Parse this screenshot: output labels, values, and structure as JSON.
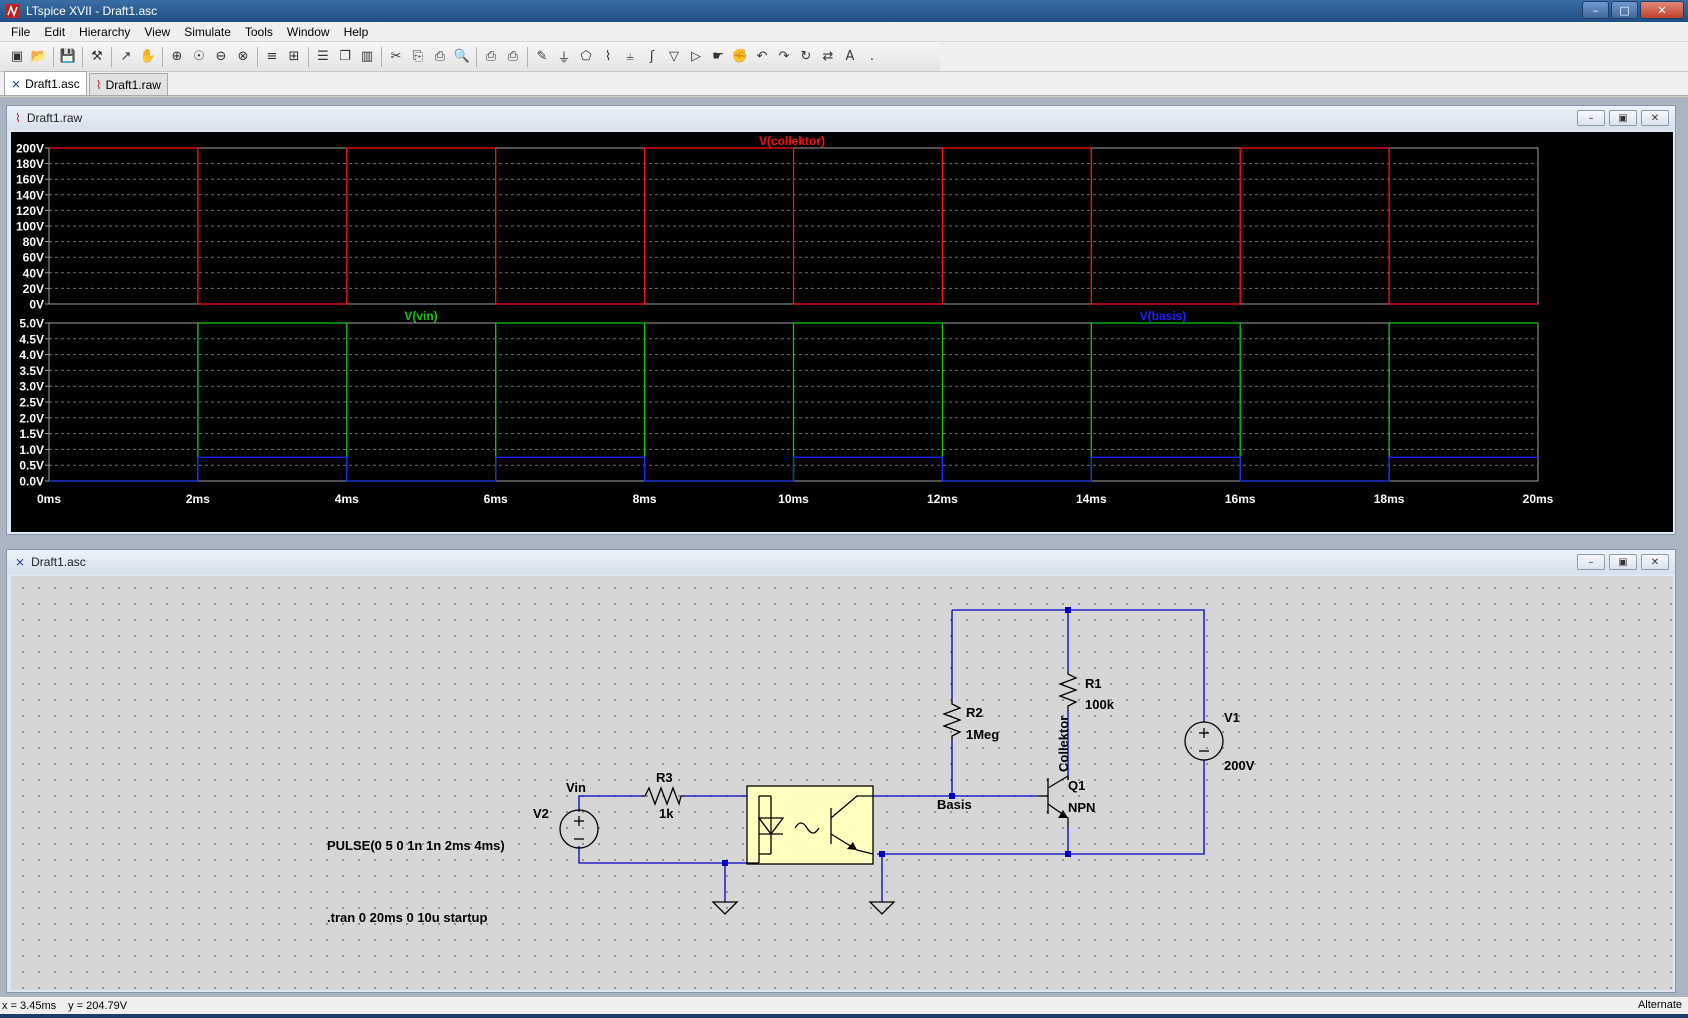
{
  "window": {
    "title": "LTspice XVII - Draft1.asc",
    "min": "–",
    "max": "□",
    "close": "✕"
  },
  "menu": [
    "File",
    "Edit",
    "Hierarchy",
    "View",
    "Simulate",
    "Tools",
    "Window",
    "Help"
  ],
  "tabs": [
    {
      "label": "Draft1.asc",
      "icon": "schematic-icon",
      "active": true
    },
    {
      "label": "Draft1.raw",
      "icon": "waveform-icon",
      "active": false
    }
  ],
  "waveform_window": {
    "title": "Draft1.raw"
  },
  "schematic_window": {
    "title": "Draft1.asc"
  },
  "child_buttons": {
    "min": "–",
    "max": "▣",
    "close": "✕"
  },
  "status": {
    "x": "x = 3.45ms",
    "y": "y = 204.79V",
    "mode": "Alternate"
  },
  "colors": {
    "collector": "#ff1010",
    "vin": "#10c810",
    "basis": "#2020ff",
    "wire": "#0000c0",
    "component": "#000000",
    "optocoupler_fill": "#ffffc0"
  },
  "chart_data": [
    {
      "type": "line",
      "title": "V(collektor)",
      "series": [
        {
          "name": "V(collektor)",
          "color": "#ff1010",
          "x": [
            0,
            2,
            2,
            4,
            4,
            6,
            6,
            8,
            8,
            10,
            10,
            12,
            12,
            14,
            14,
            16,
            16,
            18,
            18,
            20
          ],
          "y": [
            200,
            200,
            0,
            0,
            200,
            200,
            0,
            0,
            200,
            200,
            0,
            0,
            200,
            200,
            0,
            0,
            200,
            200,
            0,
            0
          ]
        }
      ],
      "xlim": [
        0,
        20
      ],
      "ylim": [
        0,
        200
      ],
      "yticks": [
        "200V",
        "180V",
        "160V",
        "140V",
        "120V",
        "100V",
        "80V",
        "60V",
        "40V",
        "20V",
        "0V"
      ],
      "grid": true
    },
    {
      "type": "line",
      "series": [
        {
          "name": "V(vin)",
          "color": "#10c810",
          "x": [
            0,
            2,
            2,
            4,
            4,
            6,
            6,
            8,
            8,
            10,
            10,
            12,
            12,
            14,
            14,
            16,
            16,
            18,
            18,
            20
          ],
          "y": [
            0,
            0,
            5,
            5,
            0,
            0,
            5,
            5,
            0,
            0,
            5,
            5,
            0,
            0,
            5,
            5,
            0,
            0,
            5,
            5
          ]
        },
        {
          "name": "V(basis)",
          "color": "#2020ff",
          "x": [
            0,
            2,
            2,
            4,
            4,
            6,
            6,
            8,
            8,
            10,
            10,
            12,
            12,
            14,
            14,
            16,
            16,
            18,
            18,
            20
          ],
          "y": [
            0,
            0,
            0.75,
            0.75,
            0,
            0,
            0.75,
            0.75,
            0,
            0,
            0.75,
            0.75,
            0,
            0,
            0.75,
            0.75,
            0,
            0,
            0.75,
            0.75
          ]
        }
      ],
      "xlim": [
        0,
        20
      ],
      "ylim": [
        0,
        5
      ],
      "yticks": [
        "5.0V",
        "4.5V",
        "4.0V",
        "3.5V",
        "3.0V",
        "2.5V",
        "2.0V",
        "1.5V",
        "1.0V",
        "0.5V",
        "0.0V"
      ],
      "xticks": [
        "0ms",
        "2ms",
        "4ms",
        "6ms",
        "8ms",
        "10ms",
        "12ms",
        "14ms",
        "16ms",
        "18ms",
        "20ms"
      ],
      "grid": true
    }
  ],
  "schematic": {
    "r1": {
      "name": "R1",
      "value": "100k"
    },
    "r2": {
      "name": "R2",
      "value": "1Meg"
    },
    "r3": {
      "name": "R3",
      "value": "1k"
    },
    "v1": {
      "name": "V1",
      "value": "200V"
    },
    "v2": {
      "name": "V2",
      "value": "PULSE(0 5 0 1n 1n 2ms 4ms)"
    },
    "q1": {
      "name": "Q1",
      "model": "NPN"
    },
    "labels": {
      "vin": "Vin",
      "basis": "Basis",
      "collektor": "Collektor"
    },
    "directive": ".tran 0 20ms 0 10u startup"
  }
}
